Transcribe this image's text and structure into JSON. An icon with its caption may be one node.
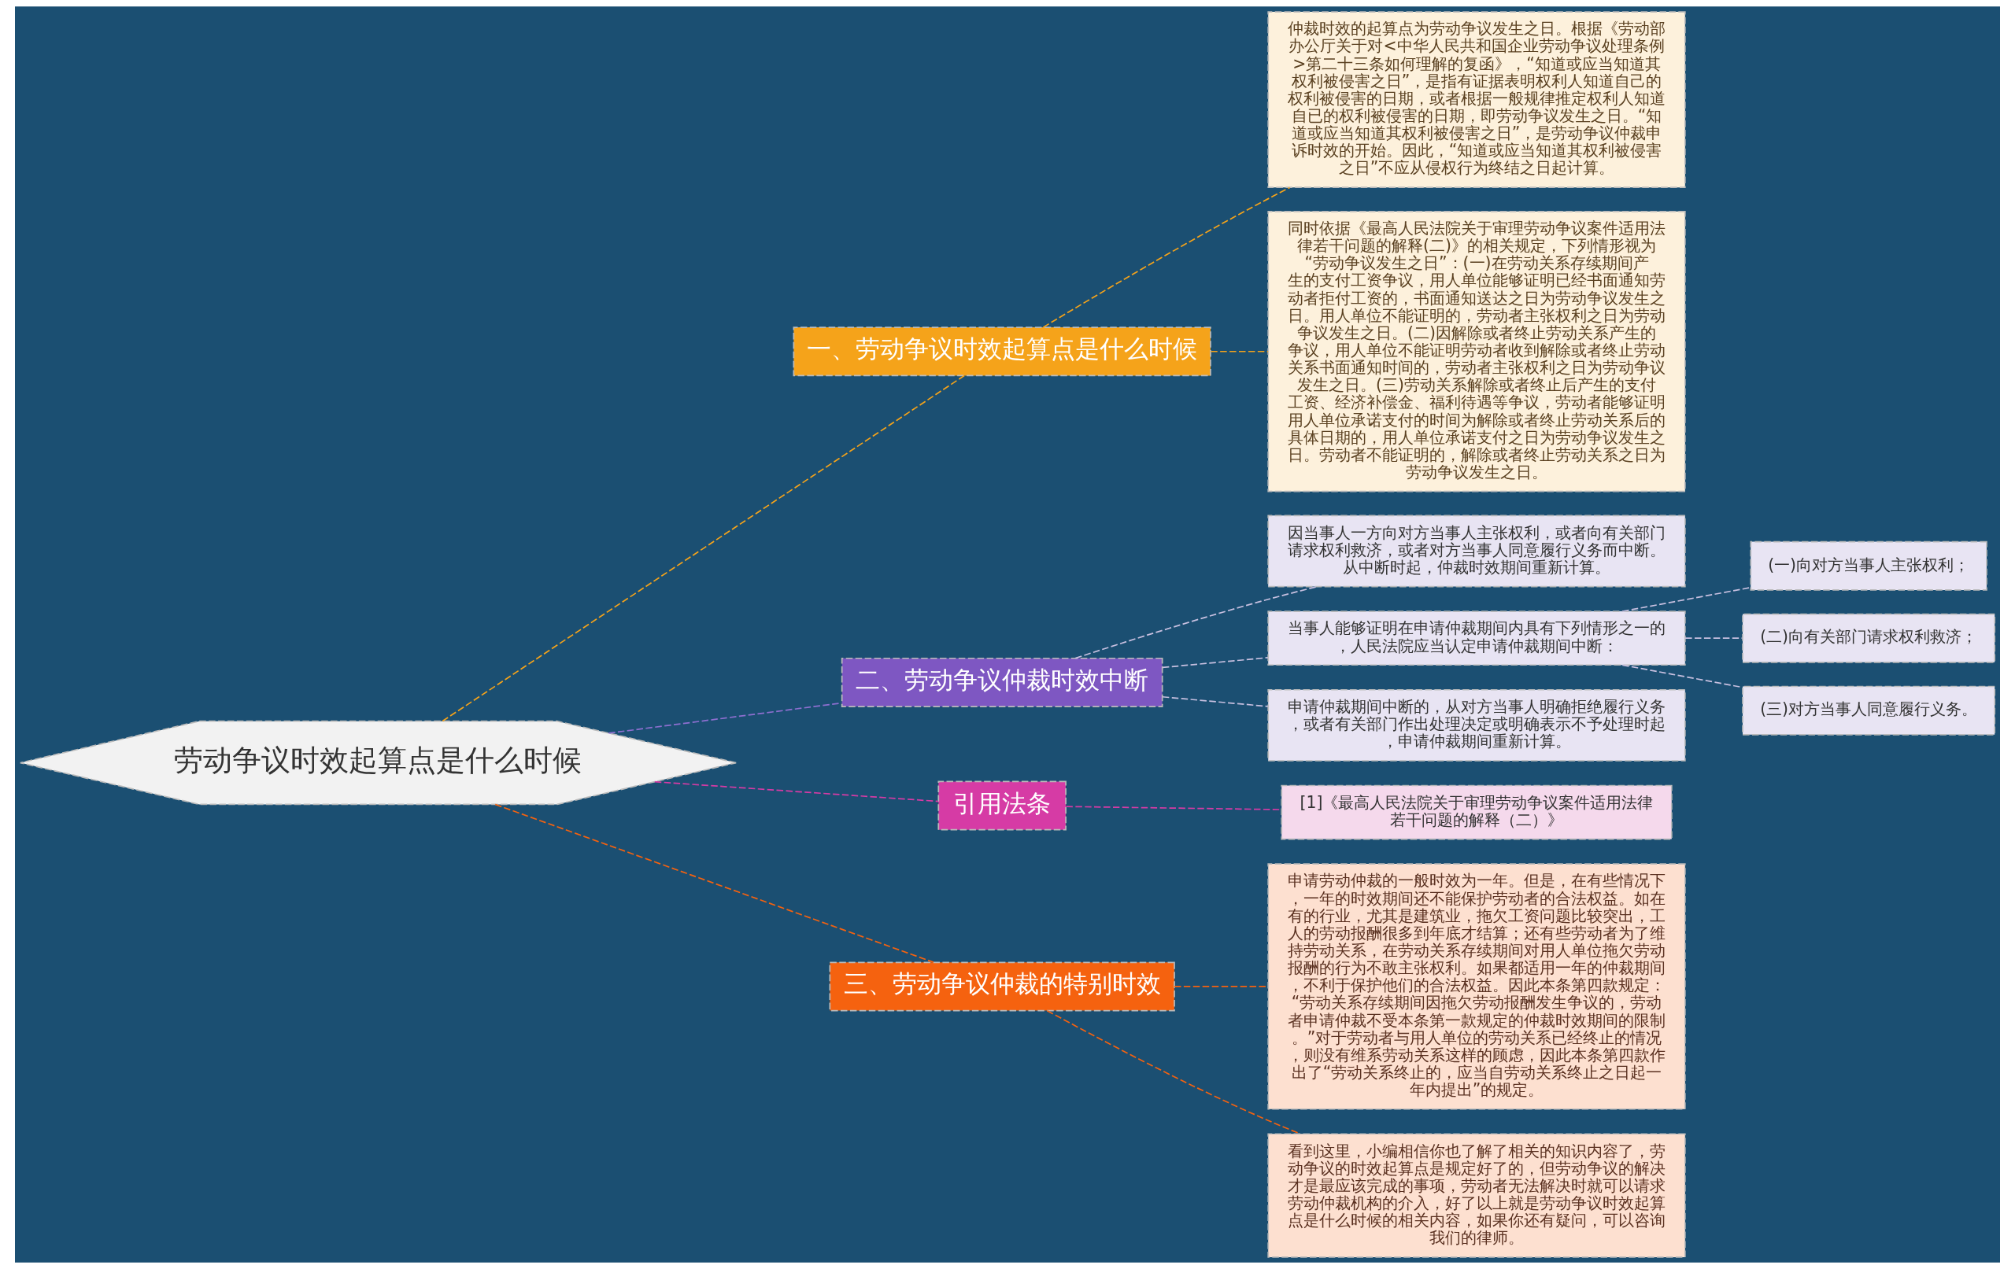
{
  "diagram": {
    "nodes": [
      {
        "text": [
          "劳动争议时效起算点是什么时候"
        ]
      },
      {
        "text": [
          "一、劳动争议时效起算点是什么时候"
        ]
      },
      {
        "text": [
          "仲裁时效的起算点为劳动争议发生之日。根据《劳动部办公厅关于对<中华人民共和国企业劳动争议处理条例>第二十三条如何理解的复函》，“知道或应当知道其权利被侵害之日”，是指有证据表明权利人知道自己的权利被侵害的日期，或者根据一般规律推定权利人知道自已的权利被侵害的日期，即劳动争议发生之日。“知道或应当知道其权利被侵害之日”，是劳动争议仲裁申诉时效的开始。因此，“知道或应当知道其权利被侵害之日”不应从侵权行为终结之日起计算。"
        ]
      },
      {
        "text": [
          "同时依据《最高人民法院关于审理劳动争议案件适用法律若干问题的解释(二)》的相关规定，下列情形视为“劳动争议发生之日”：(一)在劳动关系存续期间产生的支付工资争议，用人单位能够证明已经书面通知劳动者拒付工资的，书面通知送达之日为劳动争议发生之日。用人单位不能证明的，劳动者主张权利之日为劳动争议发生之日。(二)因解除或者终止劳动关系产生的争议，用人单位不能证明劳动者收到解除或者终止劳动关系书面通知时间的，劳动者主张权利之日为劳动争议发生之日。(三)劳动关系解除或者终止后产生的支付工资、经济补偿金、福利待遇等争议，劳动者能够证明用人单位承诺支付的时间为解除或者终止劳动关系后的具体日期的，用人单位承诺支付之日为劳动争议发生之日。劳动者不能证明的，解除或者终止劳动关系之日为劳动争议发生之日。"
        ]
      },
      {
        "text": [
          "二、劳动争议仲裁时效中断"
        ]
      },
      {
        "text": [
          "因当事人一方向对方当事人主张权利，或者向有关部门请求权利救济，或者对方当事人同意履行义务而中断。从中断时起，仲裁时效期间重新计算。"
        ]
      },
      {
        "text": [
          "当事人能够证明在申请仲裁期间内具有下列情形之一的，人民法院应当认定申请仲裁期间中断："
        ]
      },
      {
        "text": [
          "(一)向对方当事人主张权利；"
        ]
      },
      {
        "text": [
          "(二)向有关部门请求权利救济；"
        ]
      },
      {
        "text": [
          "(三)对方当事人同意履行义务。"
        ]
      },
      {
        "text": [
          "申请仲裁期间中断的，从对方当事人明确拒绝履行义务，或者有关部门作出处理决定或明确表示不予处理时起，申请仲裁期间重新计算。"
        ]
      },
      {
        "text": [
          "引用法条"
        ]
      },
      {
        "text": [
          "[1]《最高人民法院关于审理劳动争议案件适用法律若干问题的解释（二）》"
        ]
      },
      {
        "text": [
          "三、劳动争议仲裁的特别时效"
        ]
      },
      {
        "text": [
          "申请劳动仲裁的一般时效为一年。但是，在有些情况下，一年的时效期间还不能保护劳动者的合法权益。如在有的行业，尤其是建筑业，拖欠工资问题比较突出，工人的劳动报酬很多到年底才结算；还有些劳动者为了维持劳动关系，在劳动关系存续期间对用人单位拖欠劳动报酬的行为不敢主张权利。如果都适用一年的仲裁期间，不利于保护他们的合法权益。因此本条第四款规定：“劳动关系存续期间因拖欠劳动报酬发生争议的，劳动者申请仲裁不受本条第一款规定的仲裁时效期间的限制。”对于劳动者与用人单位的劳动关系已经终止的情况，则没有维系劳动关系这样的顾虑，因此本条第四款作出了“劳动关系终止的，应当自劳动关系终止之日起一年内提出”的规定。"
        ]
      },
      {
        "text": [
          "看到这里，小编相信你也了解了相关的知识内容了，劳动争议的时效起算点是规定好了的，但劳动争议的解决才是最应该完成的事项，劳动者无法解决时就可以请求劳动仲裁机构的介入，好了以上就是劳动争议时效起算点是什么时候的相关内容，如果你还有疑问，可以咨询我们的律师。"
        ]
      }
    ],
    "edges": [
      {
        "from": 0,
        "to": 1,
        "arrow": "none",
        "style": "dashed",
        "color": "#f5a31a"
      },
      {
        "from": 1,
        "to": 2,
        "arrow": "none",
        "style": "dashed",
        "color": "#f5a31a"
      },
      {
        "from": 1,
        "to": 3,
        "arrow": "none",
        "style": "dashed",
        "color": "#f5a31a"
      },
      {
        "from": 0,
        "to": 4,
        "arrow": "none",
        "style": "dashed",
        "color": "#8e6fd0"
      },
      {
        "from": 4,
        "to": 5,
        "arrow": "none",
        "style": "dashed",
        "color": "#c8c0e0"
      },
      {
        "from": 4,
        "to": 6,
        "arrow": "none",
        "style": "dashed",
        "color": "#c8c0e0"
      },
      {
        "from": 6,
        "to": 7,
        "arrow": "none",
        "style": "dashed",
        "color": "#c8c0e0"
      },
      {
        "from": 6,
        "to": 8,
        "arrow": "none",
        "style": "dashed",
        "color": "#c8c0e0"
      },
      {
        "from": 6,
        "to": 9,
        "arrow": "none",
        "style": "dashed",
        "color": "#c8c0e0"
      },
      {
        "from": 4,
        "to": 10,
        "arrow": "none",
        "style": "dashed",
        "color": "#c8c0e0"
      },
      {
        "from": 0,
        "to": 11,
        "arrow": "none",
        "style": "dashed",
        "color": "#d63ba5"
      },
      {
        "from": 11,
        "to": 12,
        "arrow": "none",
        "style": "dashed",
        "color": "#d63ba5"
      },
      {
        "from": 0,
        "to": 13,
        "arrow": "none",
        "style": "dashed",
        "color": "#f5620f"
      },
      {
        "from": 13,
        "to": 14,
        "arrow": "none",
        "style": "dashed",
        "color": "#f5620f"
      },
      {
        "from": 13,
        "to": 15,
        "arrow": "none",
        "style": "dashed",
        "color": "#f5620f"
      }
    ]
  }
}
